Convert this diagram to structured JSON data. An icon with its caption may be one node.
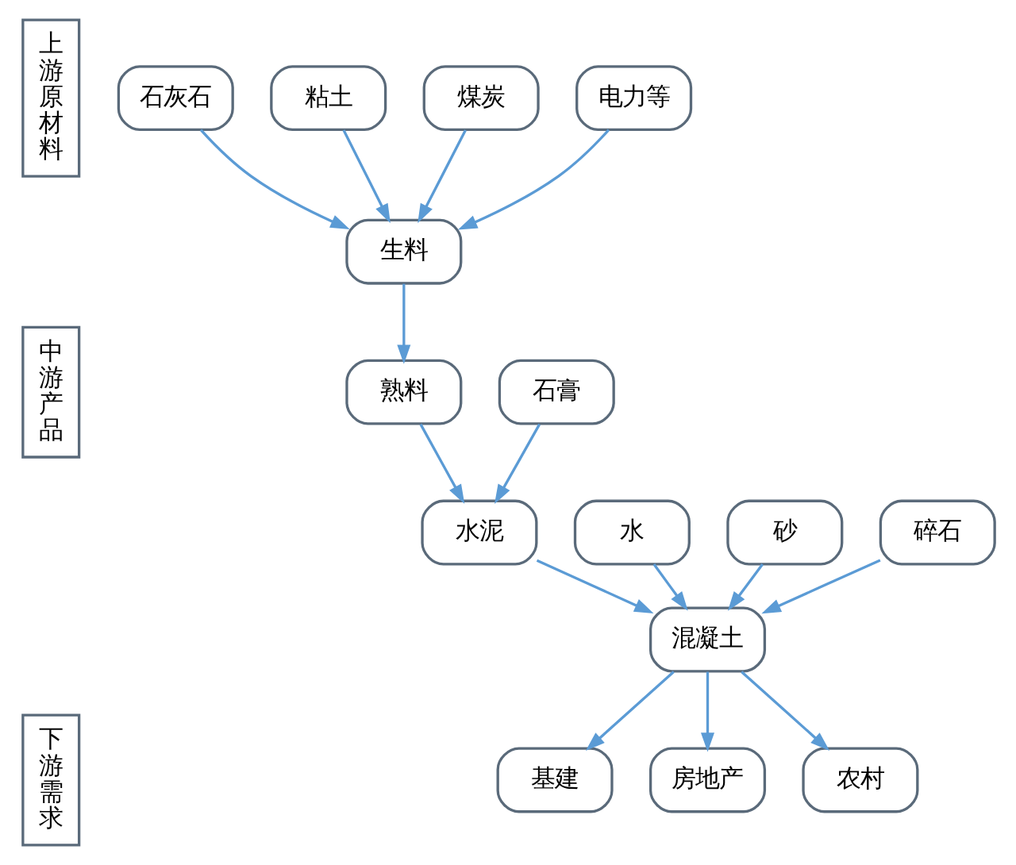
{
  "diagram": {
    "nodes": [
      {
        "text": [
          "上游原材料"
        ]
      },
      {
        "text": [
          "中游产品"
        ]
      },
      {
        "text": [
          "下游需求"
        ]
      },
      {
        "text": [
          "石灰石"
        ]
      },
      {
        "text": [
          "粘土"
        ]
      },
      {
        "text": [
          "煤炭"
        ]
      },
      {
        "text": [
          "电力等"
        ]
      },
      {
        "text": [
          "生料"
        ]
      },
      {
        "text": [
          "熟料"
        ]
      },
      {
        "text": [
          "石膏"
        ]
      },
      {
        "text": [
          "水"
        ]
      },
      {
        "text": [
          "水泥"
        ]
      },
      {
        "text": [
          "砂"
        ]
      },
      {
        "text": [
          "碎石"
        ]
      },
      {
        "text": [
          "混凝土"
        ]
      },
      {
        "text": [
          "基建"
        ]
      },
      {
        "text": [
          "房地产"
        ]
      },
      {
        "text": [
          "农村"
        ]
      }
    ],
    "edges": [
      {
        "from": 3,
        "to": 7,
        "arrow": "to"
      },
      {
        "from": 4,
        "to": 7,
        "arrow": "to"
      },
      {
        "from": 5,
        "to": 7,
        "arrow": "to"
      },
      {
        "from": 6,
        "to": 7,
        "arrow": "to"
      },
      {
        "from": 7,
        "to": 8,
        "arrow": "to"
      },
      {
        "from": 8,
        "to": 11,
        "arrow": "to"
      },
      {
        "from": 9,
        "to": 11,
        "arrow": "to"
      },
      {
        "from": 10,
        "to": 14,
        "arrow": "to"
      },
      {
        "from": 11,
        "to": 14,
        "arrow": "to"
      },
      {
        "from": 12,
        "to": 14,
        "arrow": "to"
      },
      {
        "from": 13,
        "to": 14,
        "arrow": "to"
      },
      {
        "from": 14,
        "to": 15,
        "arrow": "to"
      },
      {
        "from": 14,
        "to": 16,
        "arrow": "to"
      },
      {
        "from": 14,
        "to": 17,
        "arrow": "to"
      }
    ]
  }
}
